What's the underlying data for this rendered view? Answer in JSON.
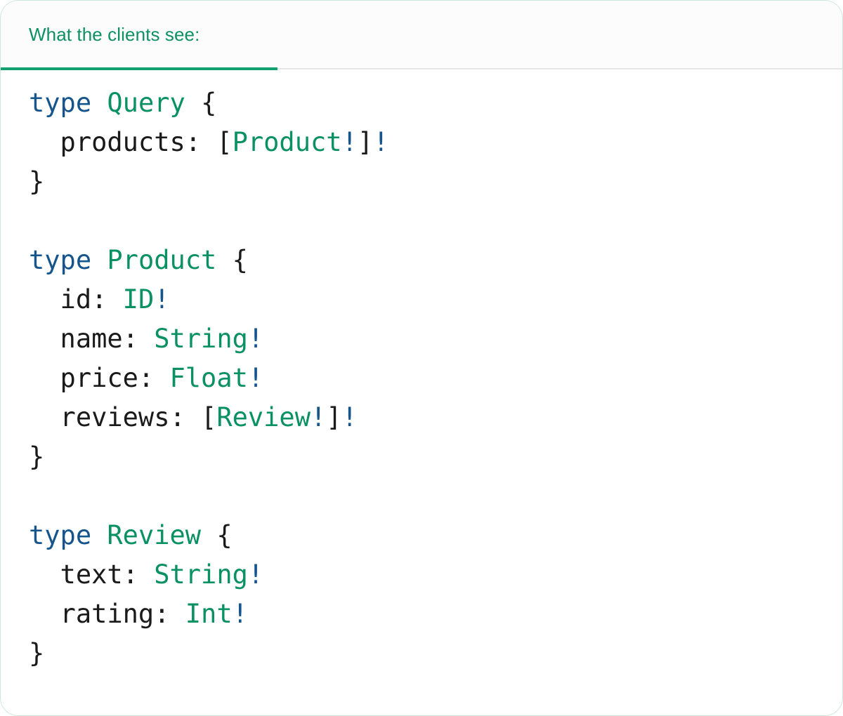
{
  "card": {
    "border_color": "#cde7da",
    "background": "#ffffff"
  },
  "tabbar": {
    "background": "#fcfcfc",
    "separator_color": "#e6e6e6",
    "tabs": [
      {
        "id": "clients-view",
        "label": "What the clients see:",
        "active": true,
        "accent_color": "#13a070",
        "label_color": "#0d9163"
      }
    ]
  },
  "code": {
    "language": "graphql",
    "colors": {
      "keyword": "#15558c",
      "type_name": "#0a9163",
      "punctuation": "#1a1a1a",
      "non_null_bang": "#15558c",
      "field_name": "#1a1a1a"
    },
    "raw_text": "type Query {\n  products: [Product!]!\n}\n\ntype Product {\n  id: ID!\n  name: String!\n  price: Float!\n  reviews: [Review!]!\n}\n\ntype Review {\n  text: String!\n  rating: Int!\n}",
    "lines": [
      {
        "id": "l1",
        "tokens": [
          {
            "t": "type",
            "c": "kw"
          },
          {
            "t": " ",
            "c": "plain"
          },
          {
            "t": "Query",
            "c": "type"
          },
          {
            "t": " ",
            "c": "plain"
          },
          {
            "t": "{",
            "c": "punct"
          }
        ]
      },
      {
        "id": "l2",
        "tokens": [
          {
            "t": "  products:",
            "c": "field"
          },
          {
            "t": " ",
            "c": "plain"
          },
          {
            "t": "[",
            "c": "punct"
          },
          {
            "t": "Product",
            "c": "type"
          },
          {
            "t": "!",
            "c": "bang"
          },
          {
            "t": "]",
            "c": "punct"
          },
          {
            "t": "!",
            "c": "bang"
          }
        ]
      },
      {
        "id": "l3",
        "tokens": [
          {
            "t": "}",
            "c": "punct"
          }
        ]
      },
      {
        "id": "l4",
        "tokens": []
      },
      {
        "id": "l5",
        "tokens": [
          {
            "t": "type",
            "c": "kw"
          },
          {
            "t": " ",
            "c": "plain"
          },
          {
            "t": "Product",
            "c": "type"
          },
          {
            "t": " ",
            "c": "plain"
          },
          {
            "t": "{",
            "c": "punct"
          }
        ]
      },
      {
        "id": "l6",
        "tokens": [
          {
            "t": "  id:",
            "c": "field"
          },
          {
            "t": " ",
            "c": "plain"
          },
          {
            "t": "ID",
            "c": "type"
          },
          {
            "t": "!",
            "c": "bang"
          }
        ]
      },
      {
        "id": "l7",
        "tokens": [
          {
            "t": "  name:",
            "c": "field"
          },
          {
            "t": " ",
            "c": "plain"
          },
          {
            "t": "String",
            "c": "type"
          },
          {
            "t": "!",
            "c": "bang"
          }
        ]
      },
      {
        "id": "l8",
        "tokens": [
          {
            "t": "  price:",
            "c": "field"
          },
          {
            "t": " ",
            "c": "plain"
          },
          {
            "t": "Float",
            "c": "type"
          },
          {
            "t": "!",
            "c": "bang"
          }
        ]
      },
      {
        "id": "l9",
        "tokens": [
          {
            "t": "  reviews:",
            "c": "field"
          },
          {
            "t": " ",
            "c": "plain"
          },
          {
            "t": "[",
            "c": "punct"
          },
          {
            "t": "Review",
            "c": "type"
          },
          {
            "t": "!",
            "c": "bang"
          },
          {
            "t": "]",
            "c": "punct"
          },
          {
            "t": "!",
            "c": "bang"
          }
        ]
      },
      {
        "id": "l10",
        "tokens": [
          {
            "t": "}",
            "c": "punct"
          }
        ]
      },
      {
        "id": "l11",
        "tokens": []
      },
      {
        "id": "l12",
        "tokens": [
          {
            "t": "type",
            "c": "kw"
          },
          {
            "t": " ",
            "c": "plain"
          },
          {
            "t": "Review",
            "c": "type"
          },
          {
            "t": " ",
            "c": "plain"
          },
          {
            "t": "{",
            "c": "punct"
          }
        ]
      },
      {
        "id": "l13",
        "tokens": [
          {
            "t": "  text:",
            "c": "field"
          },
          {
            "t": " ",
            "c": "plain"
          },
          {
            "t": "String",
            "c": "type"
          },
          {
            "t": "!",
            "c": "bang"
          }
        ]
      },
      {
        "id": "l14",
        "tokens": [
          {
            "t": "  rating:",
            "c": "field"
          },
          {
            "t": " ",
            "c": "plain"
          },
          {
            "t": "Int",
            "c": "type"
          },
          {
            "t": "!",
            "c": "bang"
          }
        ]
      },
      {
        "id": "l15",
        "tokens": [
          {
            "t": "}",
            "c": "punct"
          }
        ]
      }
    ]
  }
}
